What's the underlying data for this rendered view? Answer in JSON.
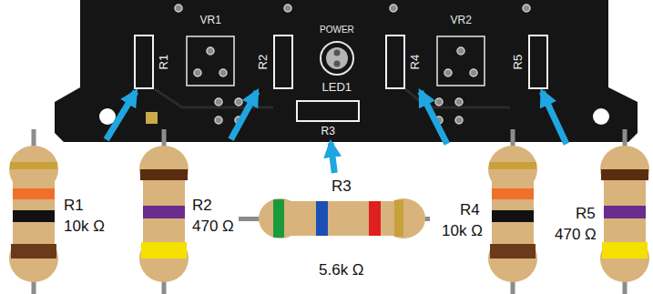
{
  "diagram": {
    "nodes": [
      {
        "text": [
          "R1"
        ]
      },
      {
        "text": [
          "R2"
        ]
      },
      {
        "text": [
          "R4"
        ]
      },
      {
        "text": [
          "R5"
        ]
      },
      {
        "text": [
          "R3"
        ]
      },
      {
        "text": [
          "R1",
          "10k Ω"
        ]
      },
      {
        "text": [
          "R2",
          "470 Ω"
        ]
      },
      {
        "text": [
          "R3",
          "5.6k Ω"
        ]
      },
      {
        "text": [
          "R4",
          "10k Ω"
        ]
      },
      {
        "text": [
          "R5",
          "470 Ω"
        ]
      }
    ],
    "edges": [
      {
        "from": 5,
        "to": 0,
        "arrow": "to"
      },
      {
        "from": 6,
        "to": 1,
        "arrow": "to"
      },
      {
        "from": 7,
        "to": 4,
        "arrow": "to"
      },
      {
        "from": 8,
        "to": 2,
        "arrow": "to"
      },
      {
        "from": 9,
        "to": 3,
        "arrow": "to"
      }
    ],
    "labels": [
      "VR1",
      "POWER",
      "LED1",
      "VR2"
    ]
  }
}
